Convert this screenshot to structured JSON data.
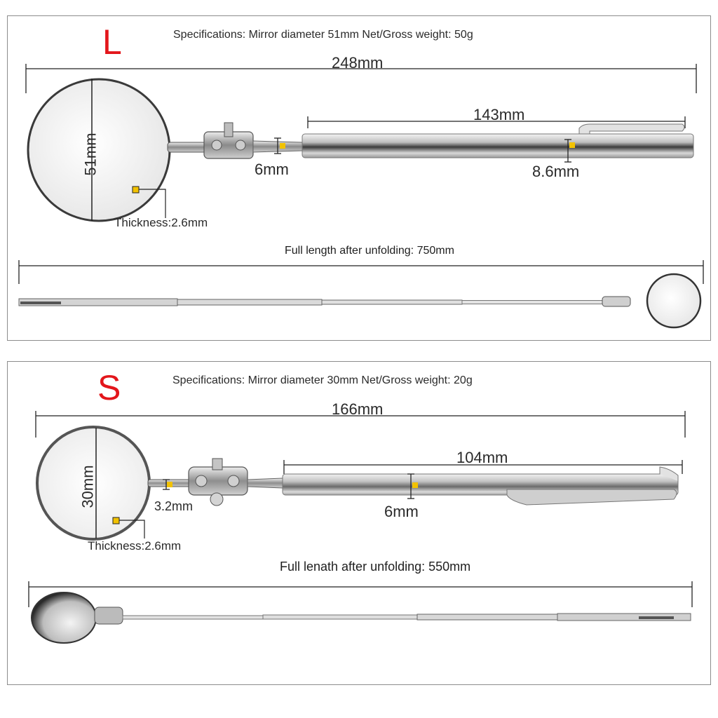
{
  "variants": [
    {
      "size": "L",
      "specs": "Specifications: Mirror diameter 51mm Net/Gross weight: 50g",
      "total_length": "248mm",
      "tube_length": "143mm",
      "mirror_diameter": "51mm",
      "neck_diameter": "6mm",
      "tube_diameter": "8.6mm",
      "thickness": "Thickness:2.6mm",
      "full_length": "Full length after unfolding: 750mm"
    },
    {
      "size": "S",
      "specs": "Specifications: Mirror diameter 30mm Net/Gross weight: 20g",
      "total_length": "166mm",
      "tube_length": "104mm",
      "mirror_diameter": "30mm",
      "neck_diameter": "3.2mm",
      "tube_diameter": "6mm",
      "thickness": "Thickness:2.6mm",
      "full_length": "Full lenath after unfolding: 550mm"
    }
  ],
  "colors": {
    "size_letter": "#e3161b",
    "marker": "#f2c200",
    "dimension_line": "#222222",
    "frame": "#8c8c8c"
  }
}
